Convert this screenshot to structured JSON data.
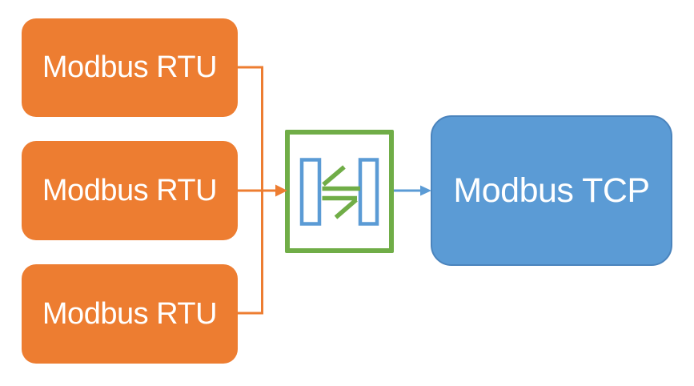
{
  "nodes": {
    "rtu": [
      {
        "label": "Modbus RTU"
      },
      {
        "label": "Modbus RTU"
      },
      {
        "label": "Modbus RTU"
      }
    ],
    "tcp": {
      "label": "Modbus TCP"
    },
    "gateway": {
      "icon": "bidirectional-gateway-icon"
    }
  },
  "colors": {
    "background": "#FFFFFF",
    "orange": "#ED7D31",
    "green": "#70AD47",
    "blue_fill": "#5B9BD5",
    "blue_border": "#4B84BD"
  }
}
